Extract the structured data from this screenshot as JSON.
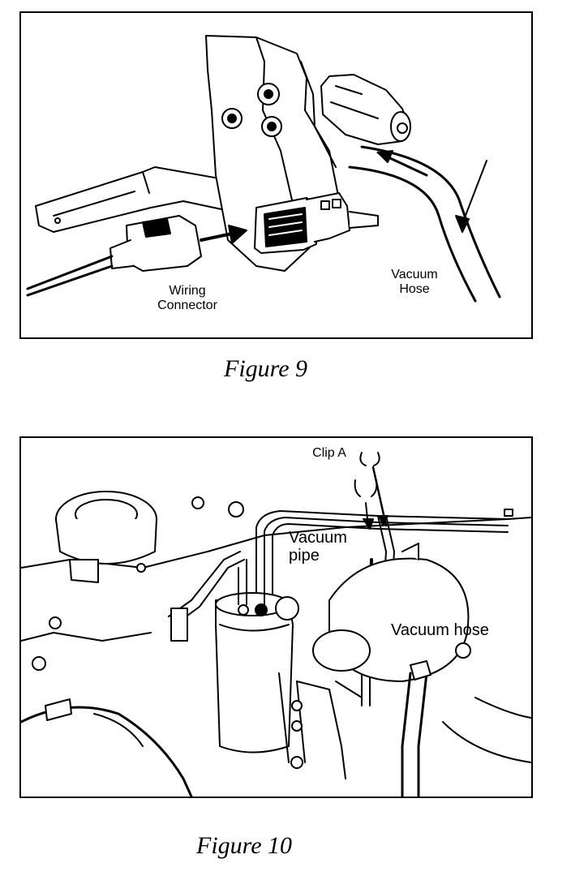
{
  "figure9": {
    "caption": "Figure 9",
    "labels": {
      "wiring_connector": "Wiring\nConnector",
      "vacuum_hose": "Vacuum\nHose"
    }
  },
  "figure10": {
    "caption": "Figure 10",
    "labels": {
      "clip_a": "Clip A",
      "vacuum_pipe": "Vacuum\npipe",
      "vacuum_hose": "Vacuum hose"
    }
  }
}
